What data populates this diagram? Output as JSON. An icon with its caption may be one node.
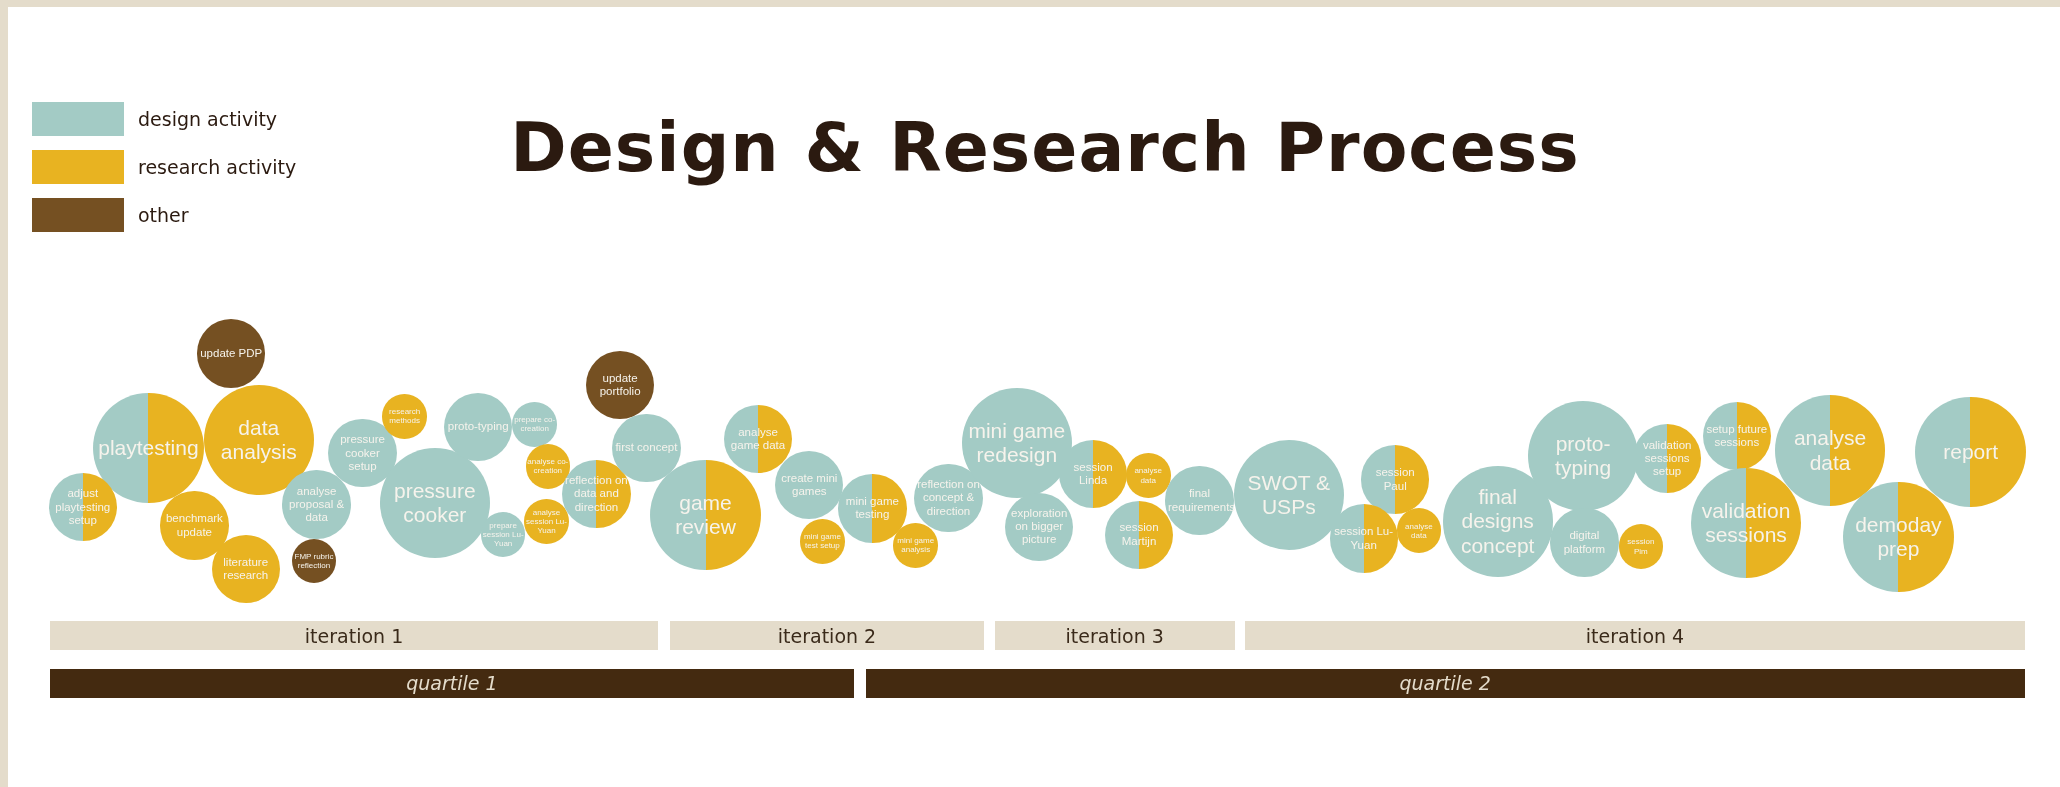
{
  "diagram": {
    "title": "Design & Research Process",
    "nodes": [
      {
        "text": [
          "update PDP"
        ]
      },
      {
        "text": [
          "playtesting"
        ]
      },
      {
        "text": [
          "data analysis"
        ]
      },
      {
        "text": [
          "adjust playtesting setup"
        ]
      },
      {
        "text": [
          "benchmark update"
        ]
      },
      {
        "text": [
          "literature research"
        ]
      },
      {
        "text": [
          "analyse proposal & data"
        ]
      },
      {
        "text": [
          "FMP rubric reflection"
        ]
      },
      {
        "text": [
          "pressure cooker setup"
        ]
      },
      {
        "text": [
          "research methods"
        ]
      },
      {
        "text": [
          "pressure cooker"
        ]
      },
      {
        "text": [
          "proto-typing"
        ]
      },
      {
        "text": [
          "prepare co-creation"
        ]
      },
      {
        "text": [
          "prepare session Lu-Yuan"
        ]
      },
      {
        "text": [
          "analyse co-creation"
        ]
      },
      {
        "text": [
          "analyse session Lu-Yuan"
        ]
      },
      {
        "text": [
          "reflection on data and direction"
        ]
      },
      {
        "text": [
          "update portfolio"
        ]
      },
      {
        "text": [
          "first concept"
        ]
      },
      {
        "text": [
          "game review"
        ]
      },
      {
        "text": [
          "analyse game data"
        ]
      },
      {
        "text": [
          "create mini games"
        ]
      },
      {
        "text": [
          "mini game test setup"
        ]
      },
      {
        "text": [
          "mini game testing"
        ]
      },
      {
        "text": [
          "mini game analysis"
        ]
      },
      {
        "text": [
          "reflection on concept & direction"
        ]
      },
      {
        "text": [
          "mini game redesign"
        ]
      },
      {
        "text": [
          "exploration on bigger picture"
        ]
      },
      {
        "text": [
          "session Linda"
        ]
      },
      {
        "text": [
          "analyse data"
        ]
      },
      {
        "text": [
          "session Martijn"
        ]
      },
      {
        "text": [
          "final requirements"
        ]
      },
      {
        "text": [
          "SWOT & USPs"
        ]
      },
      {
        "text": [
          "session Paul"
        ]
      },
      {
        "text": [
          "session Lu-Yuan"
        ]
      },
      {
        "text": [
          "analyse data"
        ]
      },
      {
        "text": [
          "final designs concept"
        ]
      },
      {
        "text": [
          "proto-typing"
        ]
      },
      {
        "text": [
          "digital platform"
        ]
      },
      {
        "text": [
          "session Pim"
        ]
      },
      {
        "text": [
          "validation sessions setup"
        ]
      },
      {
        "text": [
          "setup future sessions"
        ]
      },
      {
        "text": [
          "validation sessions"
        ]
      },
      {
        "text": [
          "analyse data"
        ]
      },
      {
        "text": [
          "demoday prep"
        ]
      },
      {
        "text": [
          "report"
        ]
      },
      {
        "text": [
          "iteration 1"
        ]
      },
      {
        "text": [
          "iteration 2"
        ]
      },
      {
        "text": [
          "iteration 3"
        ]
      },
      {
        "text": [
          "iteration 4"
        ]
      },
      {
        "text": [
          "quartile 1"
        ]
      },
      {
        "text": [
          "quartile 2"
        ]
      }
    ],
    "legend": [
      {
        "text": "design activity",
        "color": "#a3cbc5"
      },
      {
        "text": "research activity",
        "color": "#e8b321"
      },
      {
        "text": "other",
        "color": "#755022"
      }
    ]
  }
}
